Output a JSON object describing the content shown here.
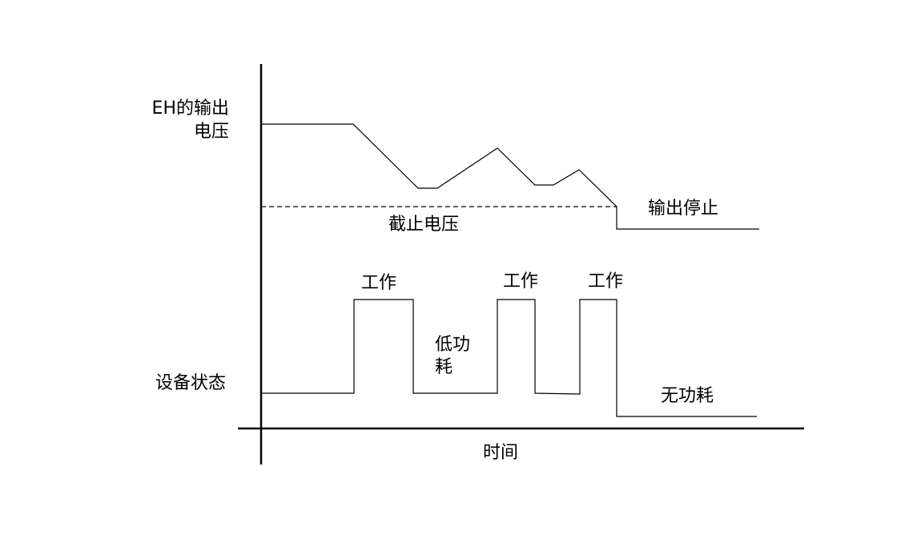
{
  "labels": {
    "voltage_line1": "EH的输出",
    "voltage_line2": "电压",
    "cutoff": "截止电压",
    "output_stop": "输出停止",
    "work": [
      "工作",
      "工作",
      "工作"
    ],
    "low_power_line1": "低功",
    "low_power_line2": "耗",
    "device_state": "设备状态",
    "no_power": "无功耗",
    "time": "时间"
  },
  "colors": {
    "line": "#000000",
    "background": "#ffffff"
  }
}
